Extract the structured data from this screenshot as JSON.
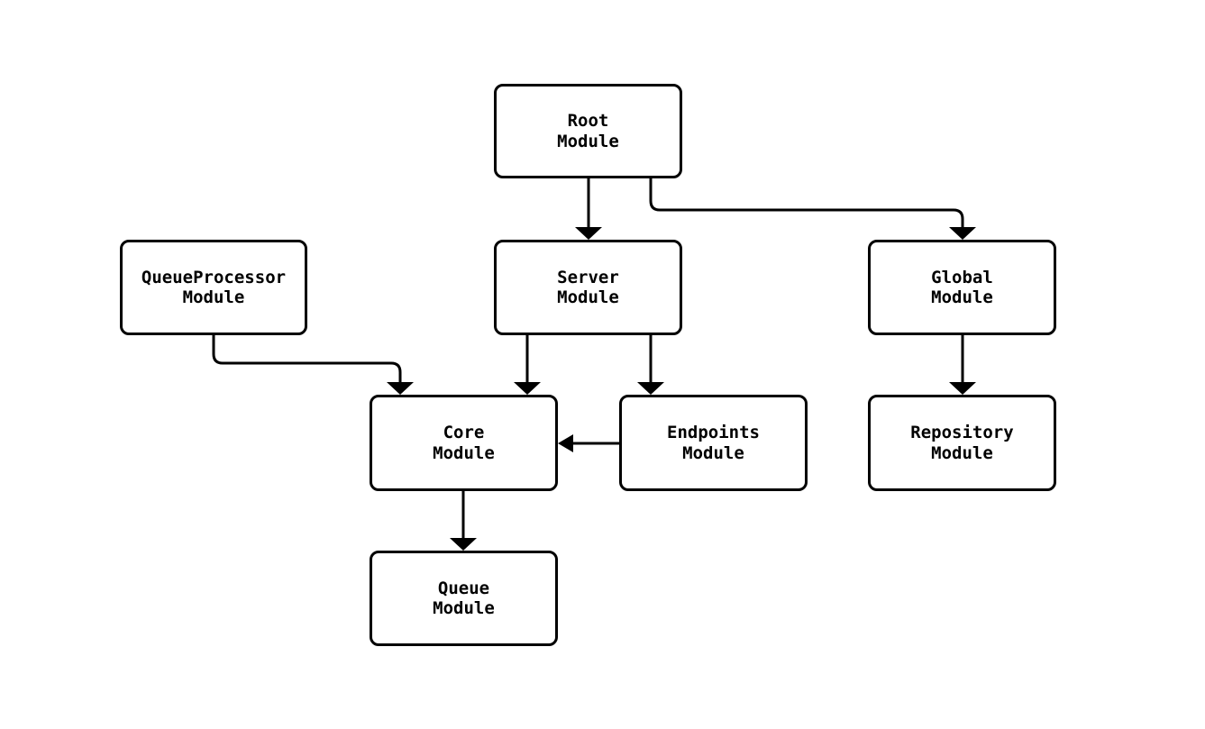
{
  "diagram": {
    "type": "module-dependency-flowchart",
    "colors": {
      "background": "#ffffff",
      "node_fill": "#ffffff",
      "node_border": "#000000",
      "edge": "#000000",
      "text": "#000000"
    },
    "nodes": {
      "root": {
        "label": "Root\nModule"
      },
      "queueprocessor": {
        "label": "QueueProcessor\nModule"
      },
      "server": {
        "label": "Server\nModule"
      },
      "global": {
        "label": "Global\nModule"
      },
      "core": {
        "label": "Core\nModule"
      },
      "endpoints": {
        "label": "Endpoints\nModule"
      },
      "repository": {
        "label": "Repository\nModule"
      },
      "queue": {
        "label": "Queue\nModule"
      }
    },
    "edges": [
      {
        "from": "Root Module",
        "to": "Server Module"
      },
      {
        "from": "Root Module",
        "to": "Global Module"
      },
      {
        "from": "QueueProcessor Module",
        "to": "Core Module"
      },
      {
        "from": "Server Module",
        "to": "Core Module"
      },
      {
        "from": "Server Module",
        "to": "Endpoints Module"
      },
      {
        "from": "Endpoints Module",
        "to": "Core Module"
      },
      {
        "from": "Global Module",
        "to": "Repository Module"
      },
      {
        "from": "Core Module",
        "to": "Queue Module"
      }
    ]
  }
}
